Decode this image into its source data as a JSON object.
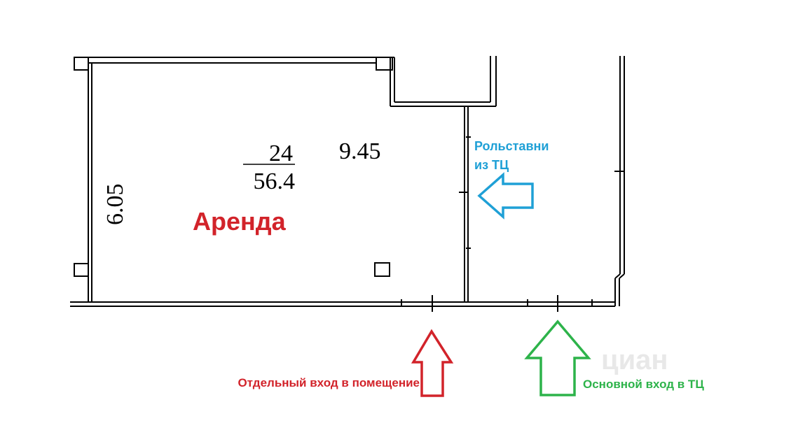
{
  "room": {
    "number": "24",
    "area": "56.4",
    "length_label": "9.45",
    "width_label": "6.05",
    "title": "Аренда"
  },
  "annotations": {
    "shutters_line1": "Рольставни",
    "shutters_line2": "из ТЦ",
    "separate_entrance": "Отдельный вход в помещение",
    "main_entrance": "Основной вход в ТЦ"
  },
  "watermark": "циан",
  "colors": {
    "red": "#d2232a",
    "blue": "#1fa0d6",
    "green": "#2db34a",
    "line": "#000000"
  }
}
